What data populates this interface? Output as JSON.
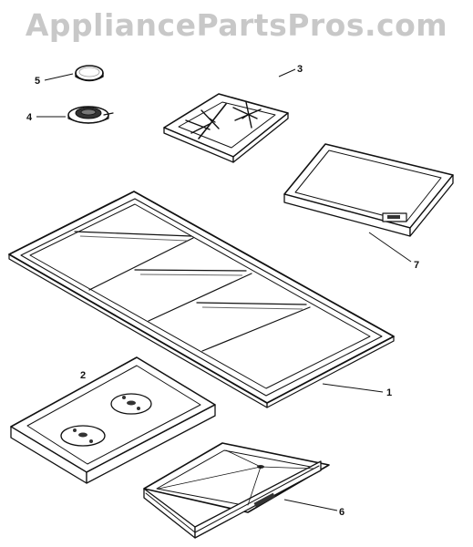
{
  "watermark": "AppliancePartsPros.com",
  "callouts": [
    {
      "id": "1",
      "label": "1"
    },
    {
      "id": "2",
      "label": "2"
    },
    {
      "id": "3",
      "label": "3"
    },
    {
      "id": "4",
      "label": "4"
    },
    {
      "id": "5",
      "label": "5"
    },
    {
      "id": "6",
      "label": "6"
    },
    {
      "id": "7",
      "label": "7"
    }
  ],
  "colors": {
    "line": "#111111",
    "watermark": "#c8c8c8",
    "background": "#ffffff"
  }
}
